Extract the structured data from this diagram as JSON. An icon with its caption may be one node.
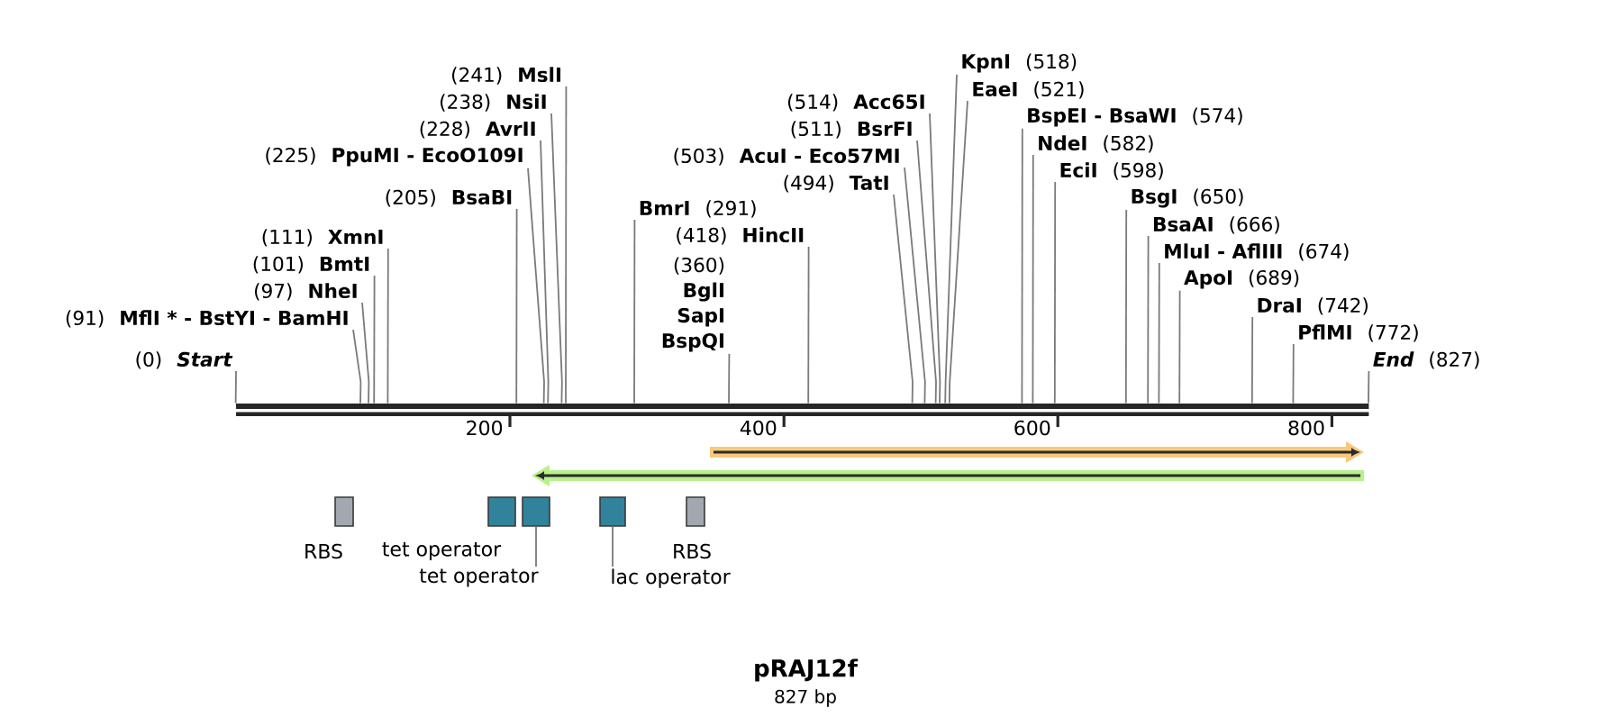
{
  "diagram": {
    "title": "pRAJ12f",
    "caption": "827 bp",
    "nodes": [
      {
        "text": [
          "(0)",
          "Start"
        ]
      },
      {
        "text": [
          "(91)",
          "MflI * - BstYI - BamHI"
        ]
      },
      {
        "text": [
          "(97)",
          "NheI"
        ]
      },
      {
        "text": [
          "(101)",
          "BmtI"
        ]
      },
      {
        "text": [
          "(111)",
          "XmnI"
        ]
      },
      {
        "text": [
          "(205)",
          "BsaBI"
        ]
      },
      {
        "text": [
          "(225)",
          "PpuMI - EcoO109I"
        ]
      },
      {
        "text": [
          "(228)",
          "AvrII"
        ]
      },
      {
        "text": [
          "(238)",
          "NsiI"
        ]
      },
      {
        "text": [
          "(241)",
          "MslI"
        ]
      },
      {
        "text": [
          "BmrI",
          "(291)"
        ]
      },
      {
        "text": [
          "(360)",
          "BglI",
          "SapI",
          "BspQI"
        ]
      },
      {
        "text": [
          "(418)",
          "HincII"
        ]
      },
      {
        "text": [
          "(494)",
          "TatI"
        ]
      },
      {
        "text": [
          "(503)",
          "AcuI - Eco57MI"
        ]
      },
      {
        "text": [
          "(511)",
          "BsrFI"
        ]
      },
      {
        "text": [
          "(514)",
          "Acc65I"
        ]
      },
      {
        "text": [
          "KpnI",
          "(518)"
        ]
      },
      {
        "text": [
          "EaeI",
          "(521)"
        ]
      },
      {
        "text": [
          "BspEI - BsaWI",
          "(574)"
        ]
      },
      {
        "text": [
          "NdeI",
          "(582)"
        ]
      },
      {
        "text": [
          "EciI",
          "(598)"
        ]
      },
      {
        "text": [
          "BsgI",
          "(650)"
        ]
      },
      {
        "text": [
          "BsaAI",
          "(666)"
        ]
      },
      {
        "text": [
          "MluI - AflIII",
          "(674)"
        ]
      },
      {
        "text": [
          "ApoI",
          "(689)"
        ]
      },
      {
        "text": [
          "DraI",
          "(742)"
        ]
      },
      {
        "text": [
          "PflMI",
          "(772)"
        ]
      },
      {
        "text": [
          "End",
          "(827)"
        ]
      },
      {
        "text": [],
        "shape": "bar"
      },
      {
        "text": [],
        "shape": "arrow"
      },
      {
        "text": [],
        "shape": "arrow"
      },
      {
        "text": [],
        "shape": "box",
        "beside": [
          "RBS"
        ]
      },
      {
        "text": [],
        "shape": "box",
        "beside": [
          "tet operator"
        ]
      },
      {
        "text": [],
        "shape": "box"
      },
      {
        "text": [],
        "shape": "box"
      },
      {
        "text": [],
        "shape": "box",
        "beside": [
          "RBS"
        ]
      },
      {
        "text": [
          "tet operator"
        ]
      },
      {
        "text": [
          "lac operator"
        ]
      }
    ],
    "edges": [
      {
        "from": 0,
        "to": 29,
        "arrow": "none"
      },
      {
        "from": 1,
        "to": 29,
        "arrow": "none"
      },
      {
        "from": 2,
        "to": 29,
        "arrow": "none"
      },
      {
        "from": 3,
        "to": 29,
        "arrow": "none"
      },
      {
        "from": 4,
        "to": 29,
        "arrow": "none"
      },
      {
        "from": 5,
        "to": 29,
        "arrow": "none"
      },
      {
        "from": 6,
        "to": 29,
        "arrow": "none"
      },
      {
        "from": 7,
        "to": 29,
        "arrow": "none"
      },
      {
        "from": 8,
        "to": 29,
        "arrow": "none"
      },
      {
        "from": 9,
        "to": 29,
        "arrow": "none"
      },
      {
        "from": 10,
        "to": 29,
        "arrow": "none"
      },
      {
        "from": 11,
        "to": 29,
        "arrow": "none"
      },
      {
        "from": 12,
        "to": 29,
        "arrow": "none"
      },
      {
        "from": 13,
        "to": 29,
        "arrow": "none"
      },
      {
        "from": 14,
        "to": 29,
        "arrow": "none"
      },
      {
        "from": 15,
        "to": 29,
        "arrow": "none"
      },
      {
        "from": 16,
        "to": 29,
        "arrow": "none"
      },
      {
        "from": 17,
        "to": 29,
        "arrow": "none"
      },
      {
        "from": 18,
        "to": 29,
        "arrow": "none"
      },
      {
        "from": 19,
        "to": 29,
        "arrow": "none"
      },
      {
        "from": 20,
        "to": 29,
        "arrow": "none"
      },
      {
        "from": 21,
        "to": 29,
        "arrow": "none"
      },
      {
        "from": 22,
        "to": 29,
        "arrow": "none"
      },
      {
        "from": 23,
        "to": 29,
        "arrow": "none"
      },
      {
        "from": 24,
        "to": 29,
        "arrow": "none"
      },
      {
        "from": 25,
        "to": 29,
        "arrow": "none"
      },
      {
        "from": 26,
        "to": 29,
        "arrow": "none"
      },
      {
        "from": 27,
        "to": 29,
        "arrow": "none"
      },
      {
        "from": 28,
        "to": 29,
        "arrow": "none"
      },
      {
        "from": 37,
        "to": 34,
        "arrow": "none"
      },
      {
        "from": 38,
        "to": 35,
        "arrow": "none"
      }
    ],
    "labels": [
      "200",
      "400",
      "600",
      "800"
    ]
  }
}
